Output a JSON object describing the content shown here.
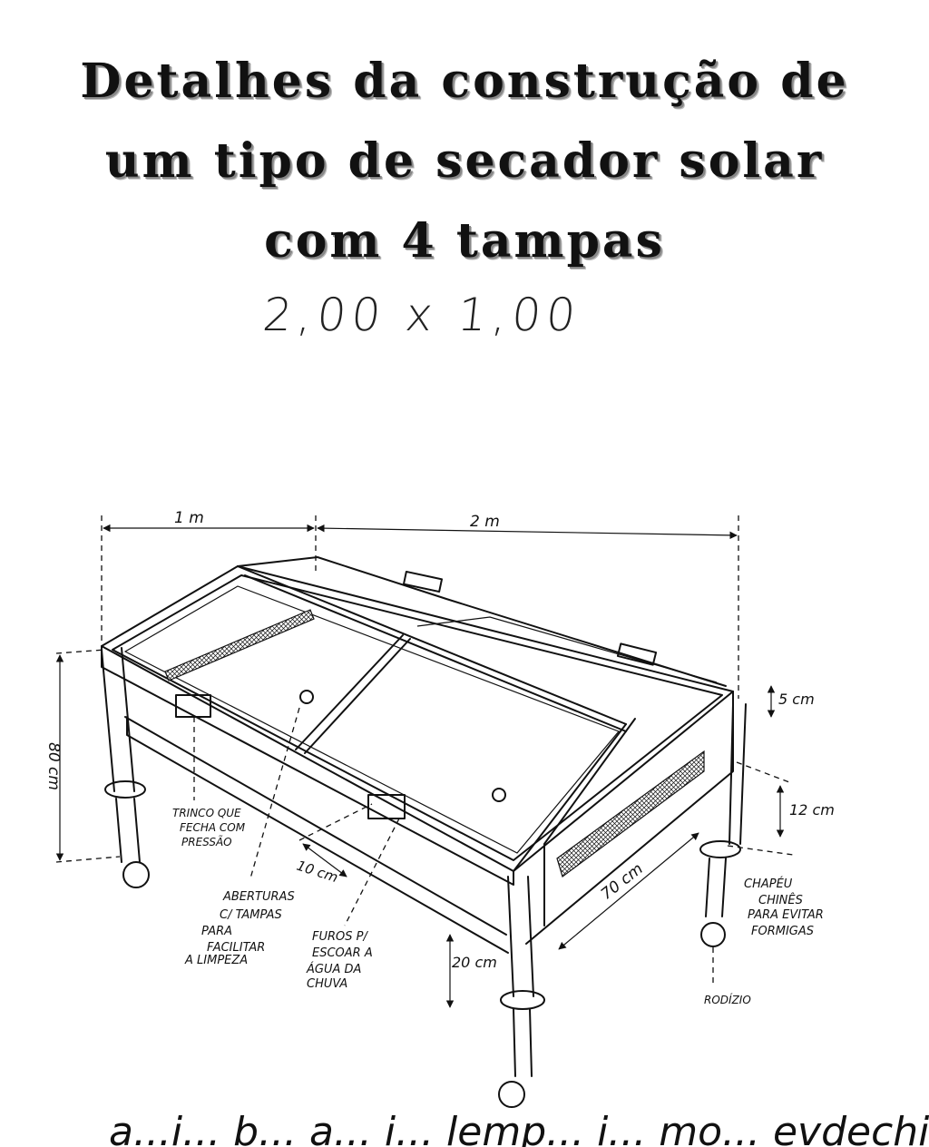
{
  "title": {
    "line1": "Detalhes da construção de",
    "line2": "um tipo de secador solar",
    "line3": "com 4 tampas"
  },
  "dimensions_note": "2,00 x 1,00",
  "labels": {
    "width_top_left": "1 m",
    "width_top_right": "2 m",
    "height_left": "80 cm",
    "frame_5cm": "5 cm",
    "frame_12cm": "12 cm",
    "vent_70cm": "70 cm",
    "gap_10cm": "10 cm",
    "leg_20cm": "20 cm",
    "latch": [
      "TRINCO QUE",
      "FECHA COM",
      "PRESSÃO"
    ],
    "openings": [
      "ABERTURAS",
      "C/ TAMPAS",
      "PARA",
      "FACILITAR",
      "A LIMPEZA"
    ],
    "drain_holes": [
      "FUROS P/",
      "ESCOAR A",
      "ÁGUA DA",
      "CHUVA"
    ],
    "ant_cap": [
      "CHAPÉU",
      "CHINÊS",
      "PARA EVITAR",
      "FORMIGAS"
    ],
    "caster": "RODÍZIO"
  },
  "footer_handwriting": "a...i... b... a... i... lemp... i... mo... evdechi..."
}
